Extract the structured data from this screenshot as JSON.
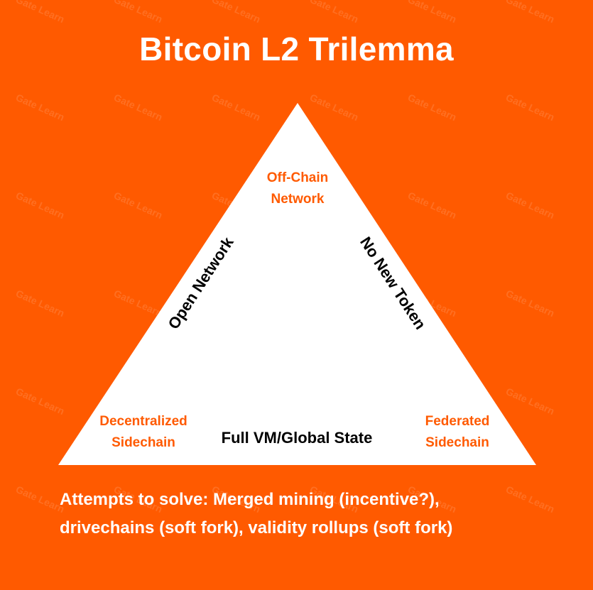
{
  "title": "Bitcoin L2 Trilemma",
  "watermark": "Gate Learn",
  "colors": {
    "background": "#ff5a00",
    "triangle": "#ffffff",
    "corner_text": "#ff5a00",
    "side_text": "#000000"
  },
  "corners": {
    "top": [
      "Off-Chain",
      "Network"
    ],
    "bottom_left": [
      "Decentralized",
      "Sidechain"
    ],
    "bottom_right": [
      "Federated",
      "Sidechain"
    ]
  },
  "sides": {
    "left": "Open Network",
    "right": "No New Token",
    "bottom": "Full VM/Global State"
  },
  "footer": [
    "Attempts to solve: Merged mining (incentive?),",
    "drivechains (soft fork), validity rollups (soft fork)"
  ]
}
